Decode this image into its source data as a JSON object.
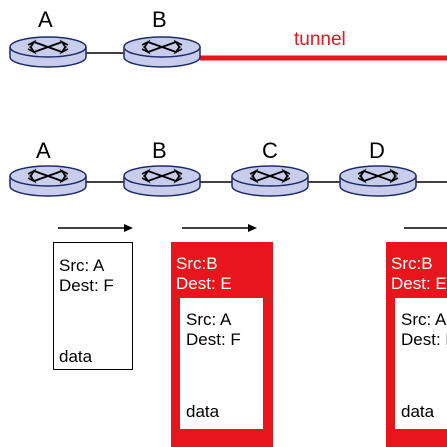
{
  "top": {
    "routers": [
      {
        "label": "A"
      },
      {
        "label": "B"
      }
    ],
    "tunnel_label": "tunnel"
  },
  "bottom": {
    "routers": [
      {
        "label": "A"
      },
      {
        "label": "B"
      },
      {
        "label": "C"
      },
      {
        "label": "D"
      }
    ]
  },
  "packets": {
    "plain": {
      "src": "Src: A",
      "dest": "Dest: F",
      "data": "data"
    },
    "encap1": {
      "outer_src": "Src:B",
      "outer_dest": "Dest: E",
      "inner_src": "Src: A",
      "inner_dest": "Dest: F",
      "data": "data"
    },
    "encap2": {
      "outer_src": "Src:B",
      "outer_dest": "Dest: E",
      "inner_src": "Src: A",
      "inner_dest": "Dest: F",
      "data": "data"
    }
  },
  "colors": {
    "tunnel": "#e8161c",
    "router_fill": "#c7cdea",
    "router_stroke": "#1f2a6b",
    "link": "#000000"
  }
}
